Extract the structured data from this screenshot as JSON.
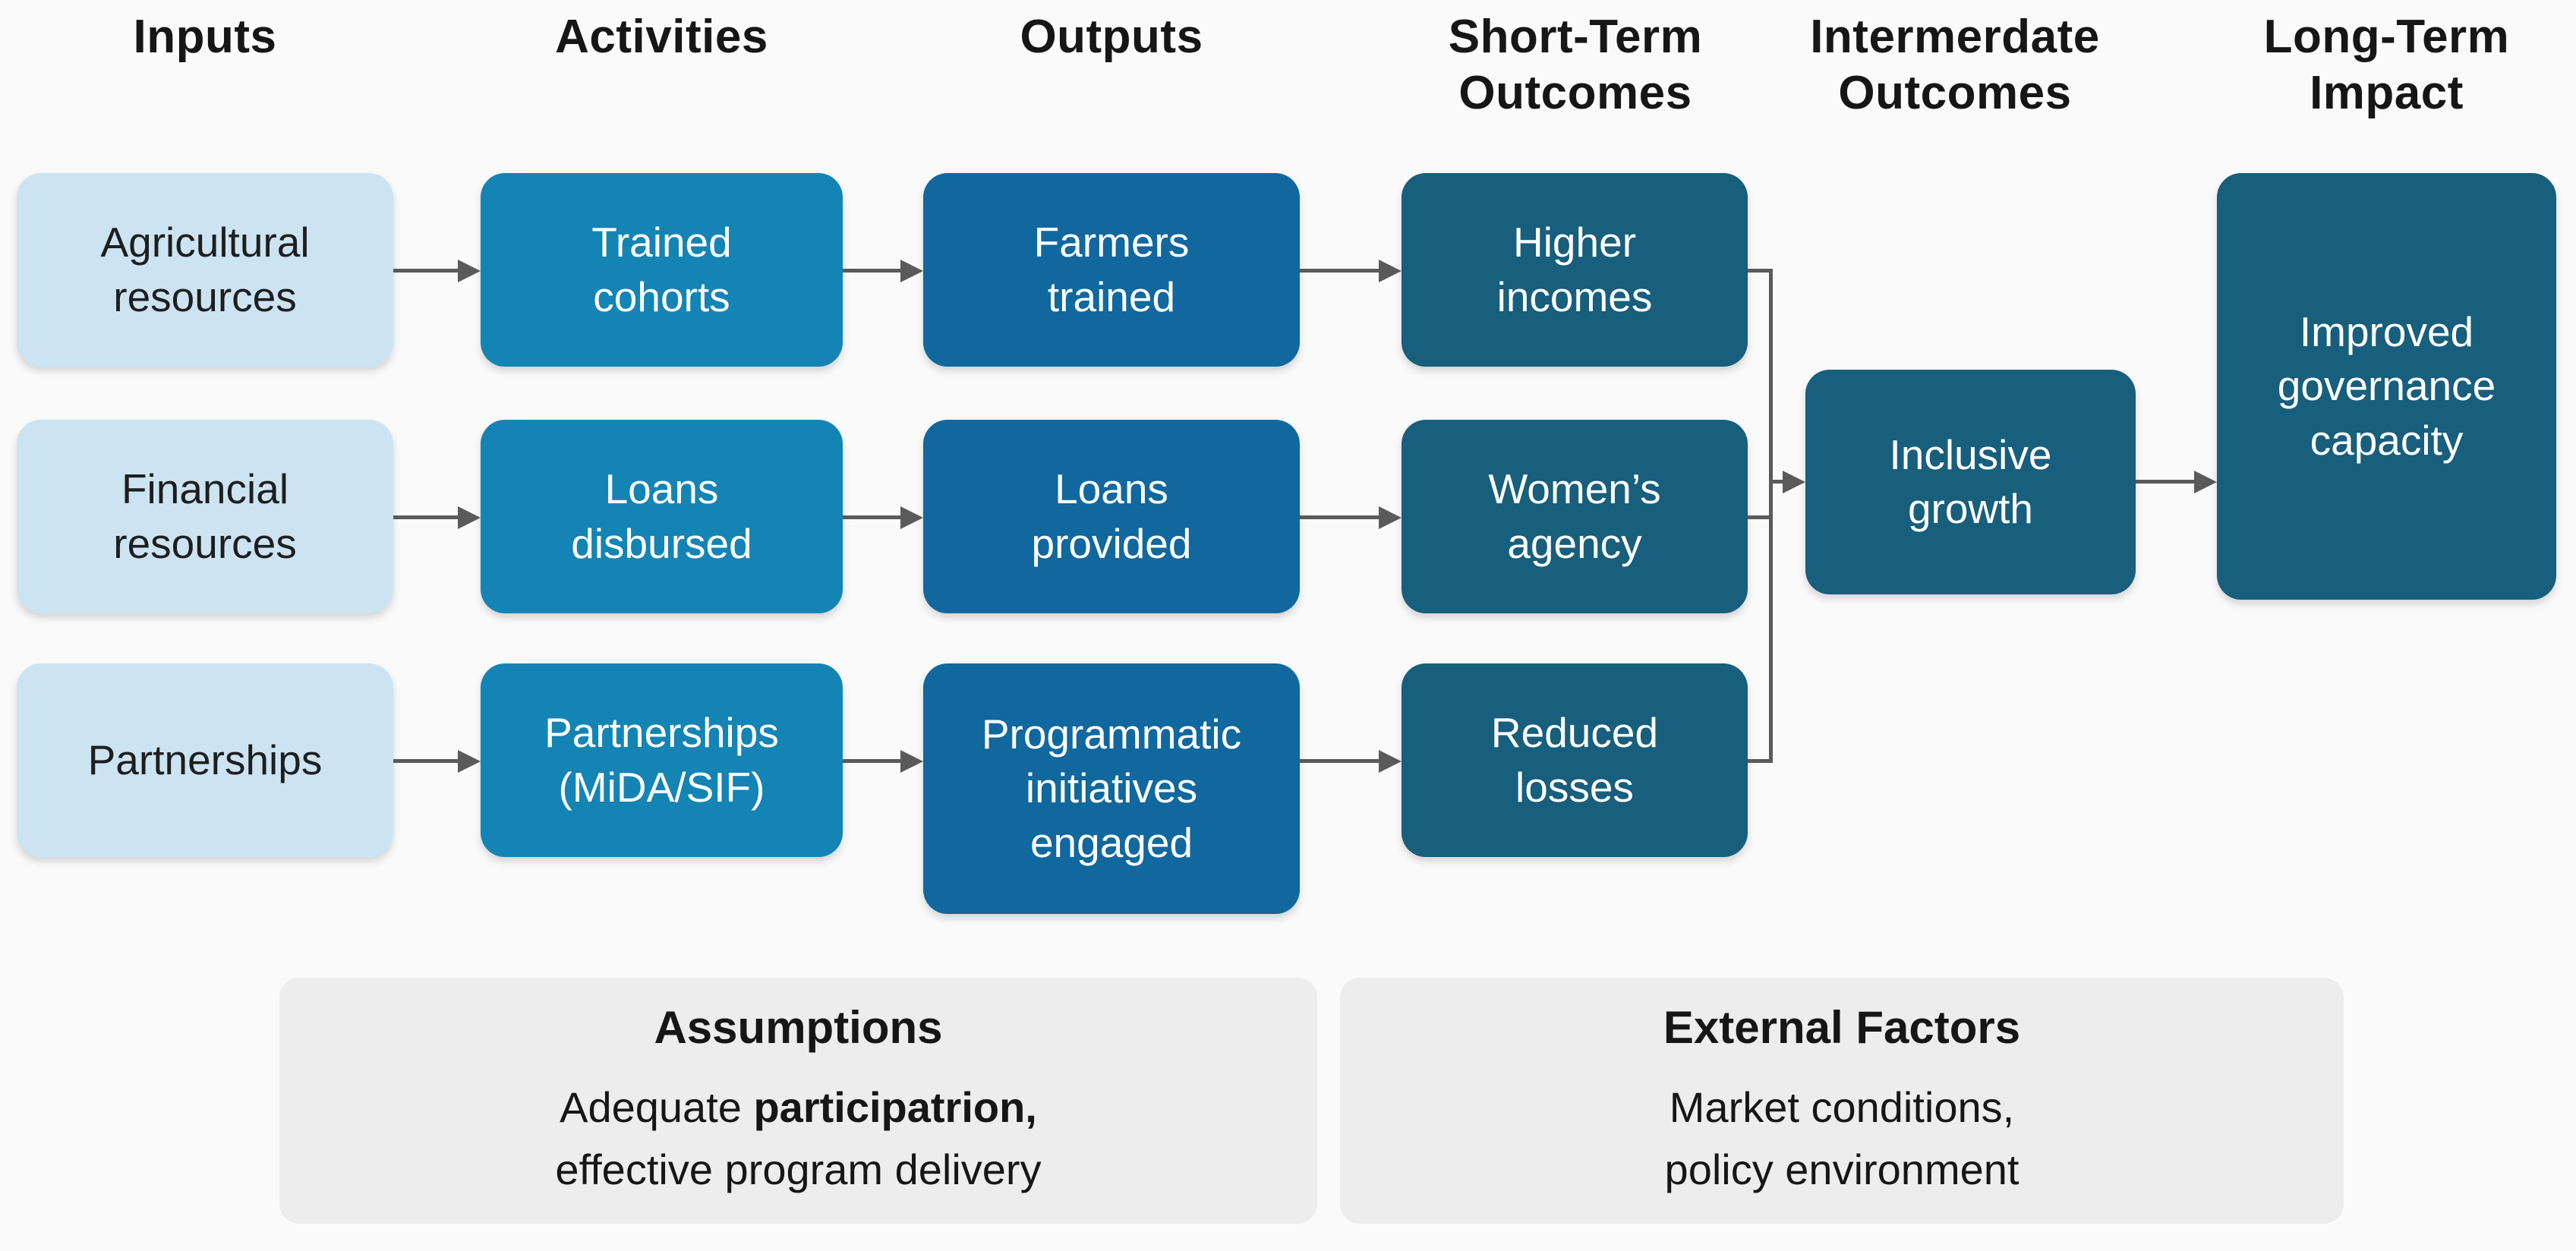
{
  "headers": {
    "inputs": "Inputs",
    "activities": "Activities",
    "outputs": "Outputs",
    "short_term": "Short-Term\nOutcomes",
    "intermediate": "Intermerdate\nOutcomes",
    "long_term": "Long-Term\nImpact"
  },
  "columns": {
    "inputs": [
      "Agricultural\nresources",
      "Financial\nresources",
      "Partnerships"
    ],
    "activities": [
      "Trained\ncohorts",
      "Loans\ndisbursed",
      "Partnerships\n(MiDA/SIF)"
    ],
    "outputs": [
      "Farmers\ntrained",
      "Loans\nprovided",
      "Programmatic\ninitiatives\nengaged"
    ],
    "short_term_outcomes": [
      "Higher\nincomes",
      "Women’s\nagency",
      "Reduced\nlosses"
    ],
    "intermediate_outcomes": [
      "Inclusive\ngrowth"
    ],
    "long_term_impact": [
      "Improved\ngovernance\ncapacity"
    ]
  },
  "notes": {
    "assumptions": {
      "title": "Assumptions",
      "body_prefix": "Adequate ",
      "body_bold": "participatrion,",
      "body_line2": "effective program delivery"
    },
    "external_factors": {
      "title": "External Factors",
      "body_line1": "Market conditions,",
      "body_line2": "policy environment"
    }
  },
  "colors": {
    "background": "#fafafa",
    "input_box": "#cce3f2",
    "activity_box": "#1484b4",
    "output_box": "#10689e",
    "outcome_box": "#175f7c",
    "note_box": "#ededed",
    "connector": "#5a5a5a",
    "text_dark": "#161616",
    "text_light": "#ffffff"
  }
}
